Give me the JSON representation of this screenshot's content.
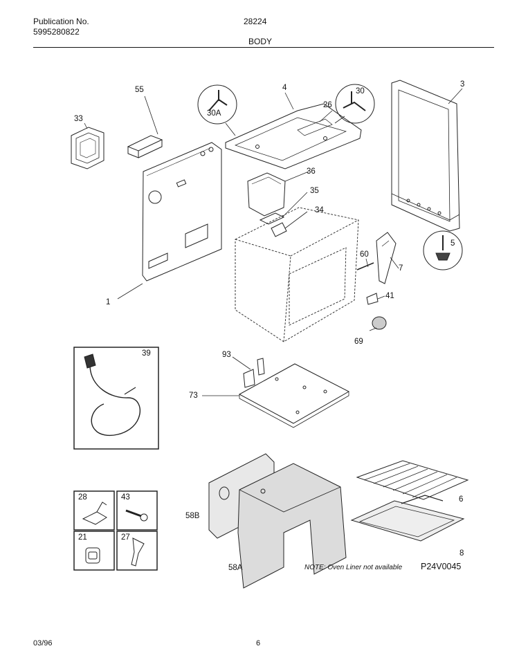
{
  "header": {
    "publication_label": "Publication No.",
    "publication_number": "5995280822",
    "model": "28224",
    "section": "BODY"
  },
  "callouts": {
    "c1": "1",
    "c3": "3",
    "c4": "4",
    "c5": "5",
    "c6": "6",
    "c7": "7",
    "c8": "8",
    "c21": "21",
    "c26": "26",
    "c27": "27",
    "c28": "28",
    "c30": "30",
    "c30a": "30A",
    "c33": "33",
    "c34": "34",
    "c35": "35",
    "c36": "36",
    "c39": "39",
    "c41": "41",
    "c43": "43",
    "c55": "55",
    "c58a": "58A",
    "c58b": "58B",
    "c60": "60",
    "c69": "69",
    "c73": "73",
    "c93": "93"
  },
  "note": "NOTE: Oven Liner not available",
  "drawing_code": "P24V0045",
  "footer": {
    "date": "03/96",
    "page": "6"
  }
}
